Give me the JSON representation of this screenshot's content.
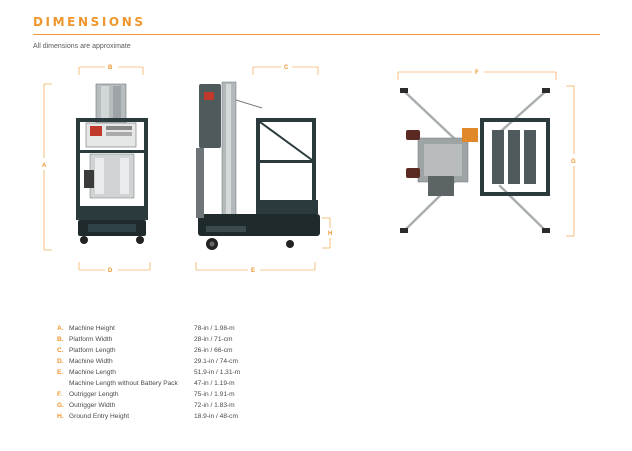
{
  "header": {
    "title": "DIMENSIONS",
    "subtitle": "All dimensions are approximate"
  },
  "colors": {
    "accent": "#f0962e",
    "text": "#4a4a4a",
    "machine_dark": "#2b3a3d",
    "mast": "#9aa0a3"
  },
  "drawings": {
    "front_view": {
      "labels": [
        "B",
        "A",
        "D"
      ]
    },
    "side_view": {
      "labels": [
        "C",
        "H",
        "E"
      ]
    },
    "top_view": {
      "labels": [
        "F",
        "G"
      ]
    }
  },
  "specs": [
    {
      "letter": "A.",
      "name": "Machine Height",
      "value": "78-in / 1.98-m"
    },
    {
      "letter": "B.",
      "name": "Platform Width",
      "value": "28-in / 71-cm"
    },
    {
      "letter": "C.",
      "name": "Platform Length",
      "value": "26-in / 66-cm"
    },
    {
      "letter": "D.",
      "name": "Machine Width",
      "value": "29.1-in / 74-cm"
    },
    {
      "letter": "E.",
      "name": "Machine Length",
      "value": "51.9-in / 1.31-m"
    },
    {
      "letter": "",
      "name": "Machine Length without Battery Pack",
      "value": "47-in / 1.19-m"
    },
    {
      "letter": "F.",
      "name": "Outrigger Length",
      "value": "75-in / 1.91-m"
    },
    {
      "letter": "G.",
      "name": "Outrigger Width",
      "value": "72-in / 1.83-m"
    },
    {
      "letter": "H.",
      "name": "Ground Entry Height",
      "value": "18.9-in / 48-cm"
    }
  ]
}
